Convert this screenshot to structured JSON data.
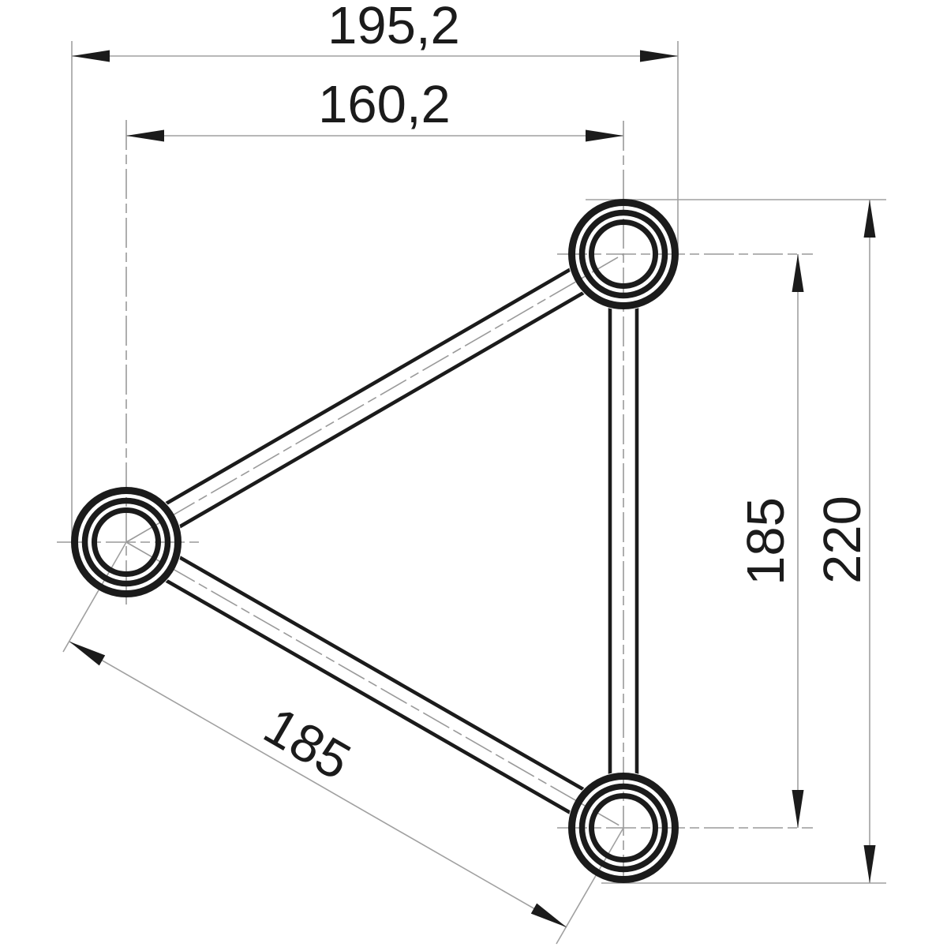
{
  "drawing": {
    "type": "technical-dimension-drawing",
    "subject": "triangular-truss-cross-section",
    "background_color": "#ffffff",
    "outline_color": "#1b1b1b",
    "thin_line_color": "#a0a0a0",
    "text_color": "#1b1b1b",
    "dims": {
      "width_overall": "195,2",
      "width_centers": "160,2",
      "height_centers": "185",
      "height_overall": "220",
      "diagonal_centers": "185"
    }
  }
}
